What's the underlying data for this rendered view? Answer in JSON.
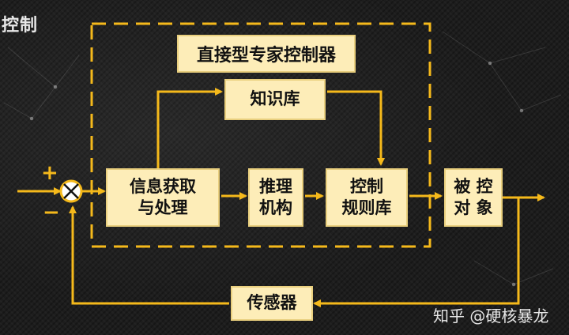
{
  "corner_label": "控制",
  "title": "直接型专家控制器",
  "blocks": {
    "knowledge_base": [
      "知识库"
    ],
    "info_processing": [
      "信息获取",
      "与处理"
    ],
    "inference": [
      "推理",
      "机构"
    ],
    "control_rules": [
      "控制",
      "规则库"
    ],
    "plant": [
      "被 控",
      "对 象"
    ],
    "sensor": [
      "传感器"
    ]
  },
  "summing_junction": {
    "plus": "+",
    "minus": "−"
  },
  "watermark": "知乎 @硬核暴龙",
  "colors": {
    "accent": "#f5b91b",
    "box_fill": "#fdedb8",
    "background": "#1d1d1d"
  }
}
